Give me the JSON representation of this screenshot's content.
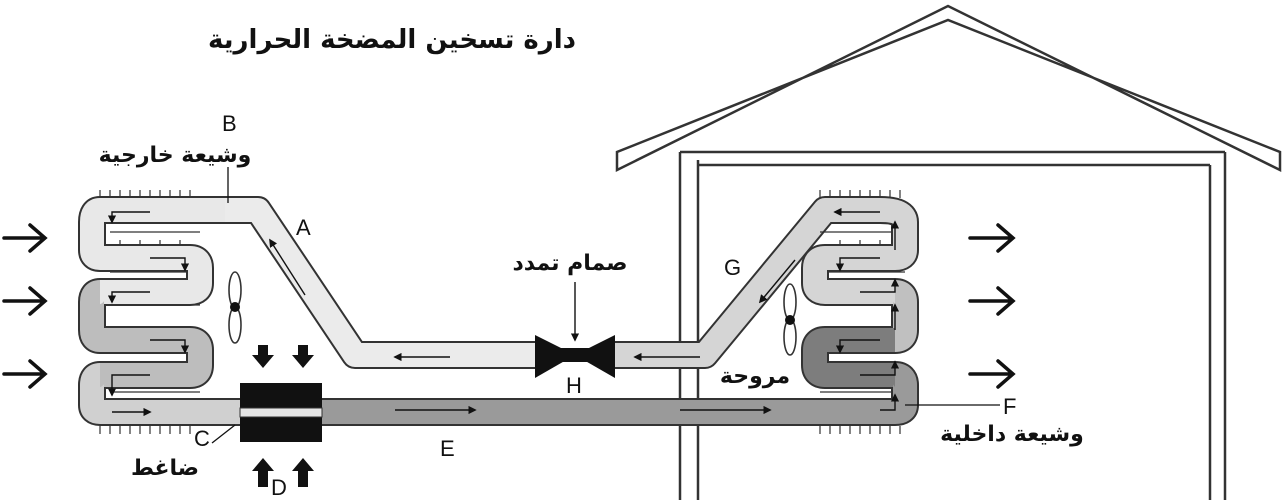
{
  "title": "دارة تسخين المضخة الحرارية",
  "labels": {
    "outdoor_coil": "وشيعة خارجية",
    "expansion_valve": "صمام تمدد",
    "fan": "مروحة",
    "indoor_coil": "وشيعة داخلية",
    "compressor": "ضاغط"
  },
  "letters": {
    "a": "A",
    "b": "B",
    "c": "C",
    "d": "D",
    "e": "E",
    "f": "F",
    "g": "G",
    "h": "H"
  },
  "colors": {
    "pipe_light": "#e6e6e6",
    "pipe_mid": "#c8c8c8",
    "pipe_dark": "#9a9a9a",
    "pipe_darker": "#7a7a7a",
    "outline": "#333333",
    "black": "#111111"
  }
}
